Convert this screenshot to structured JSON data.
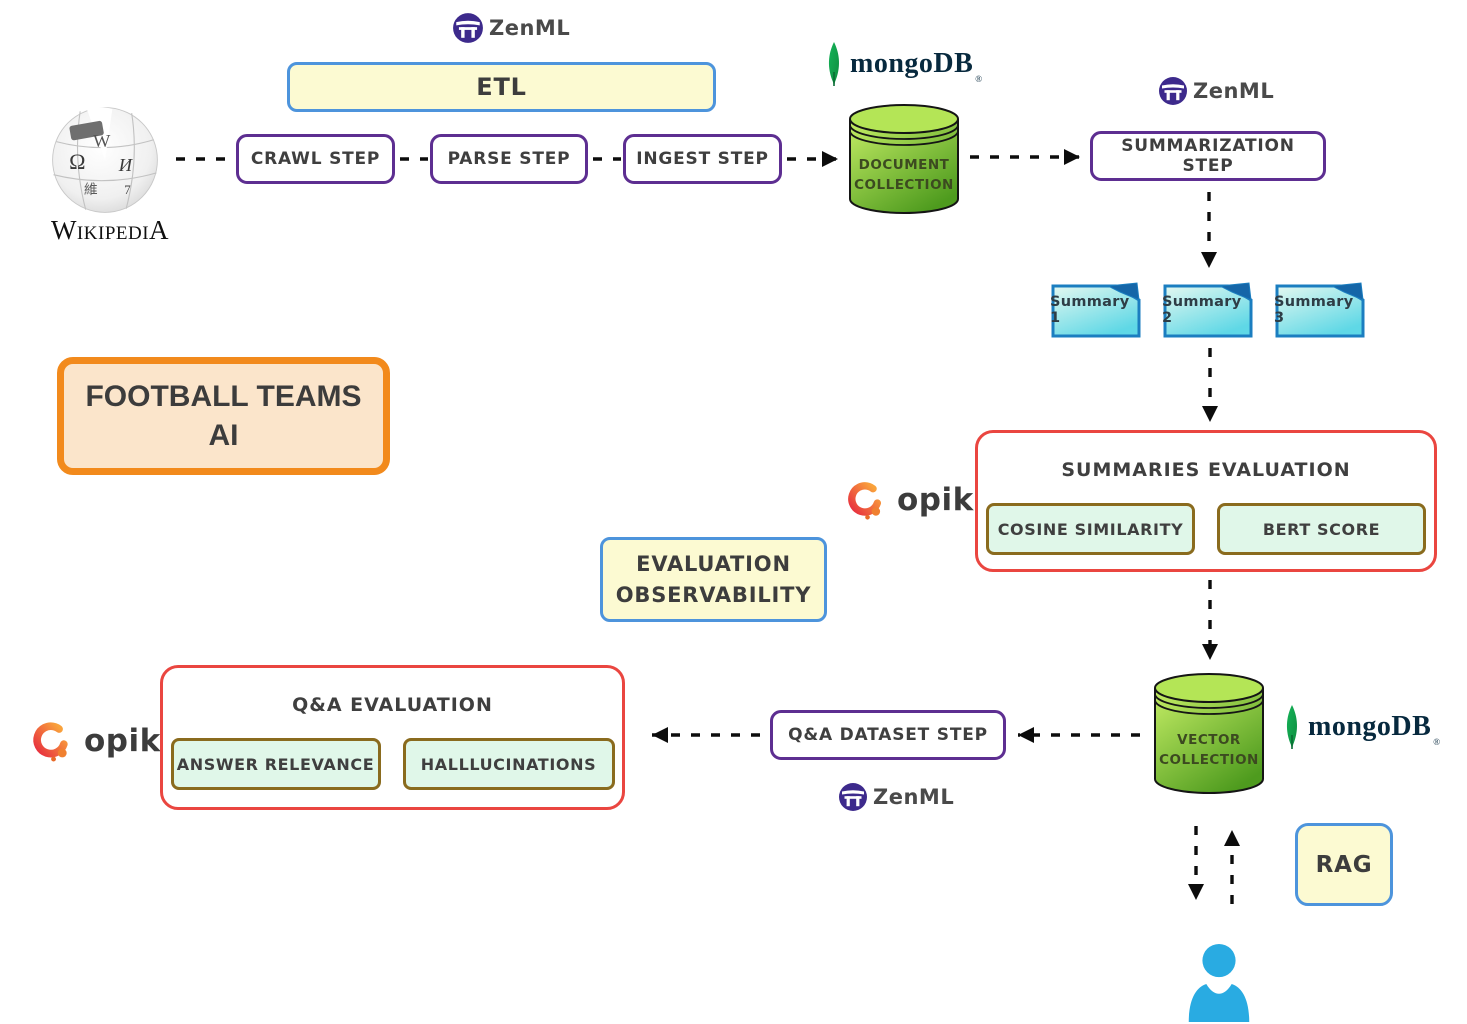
{
  "logos": {
    "zenml": "ZenML",
    "mongodb": "mongoDB",
    "mongodb_reg": "®",
    "opik": "opik",
    "wikipedia": "WikipediA"
  },
  "pipeline": {
    "etl": "ETL",
    "crawl_step": "CRAWL STEP",
    "parse_step": "PARSE STEP",
    "ingest_step": "INGEST STEP",
    "summarization_step": "SUMMARIZATION STEP",
    "qa_dataset_step": "Q&A DATASET STEP"
  },
  "stores": {
    "document_collection": [
      "DOCUMENT",
      "COLLECTION"
    ],
    "vector_collection": [
      "VECTOR",
      "COLLECTION"
    ]
  },
  "summaries": [
    "Summary 1",
    "Summary 2",
    "Summary 3"
  ],
  "evaluation": {
    "summaries_title": "SUMMARIES EVALUATION",
    "summaries_metrics": [
      "COSINE SIMILARITY",
      "BERT SCORE"
    ],
    "qa_title": "Q&A EVALUATION",
    "qa_metrics": [
      "ANSWER RELEVANCE",
      "HALLLUCINATIONS"
    ]
  },
  "labels": {
    "project_title_line1": "FOOTBALL TEAMS",
    "project_title_line2": "AI",
    "evaluation_observability_line1": "EVALUATION",
    "evaluation_observability_line2": "OBSERVABILITY",
    "rag": "RAG"
  },
  "colors": {
    "purple_border": "#5D2E91",
    "yellow_fill": "#FCFAD2",
    "blue_border": "#4D94DC",
    "red_border": "#EA4640",
    "metric_fill": "#E0F7E9",
    "metric_border": "#8A6B1E",
    "orange_border": "#F28A1C",
    "peach_fill": "#FBE5CB",
    "cylinder_green_light": "#C6EE66",
    "cylinder_green_dark": "#4E9B1E",
    "summary_border": "#1B7EC0",
    "summary_fold": "#1566A8",
    "person_blue": "#29ABE2",
    "zenml_purple": "#3D2A8C",
    "mongodb_green": "#10AA50",
    "opik_orange": "#F9A23B",
    "opik_red": "#E8333F",
    "arrow_black": "#0c0c0c"
  }
}
